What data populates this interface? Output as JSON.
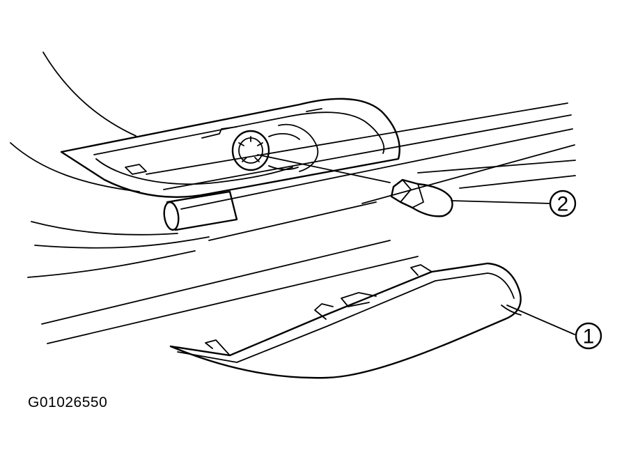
{
  "figure": {
    "code": "G01026550",
    "callouts": [
      {
        "number": "1"
      },
      {
        "number": "2"
      }
    ]
  }
}
